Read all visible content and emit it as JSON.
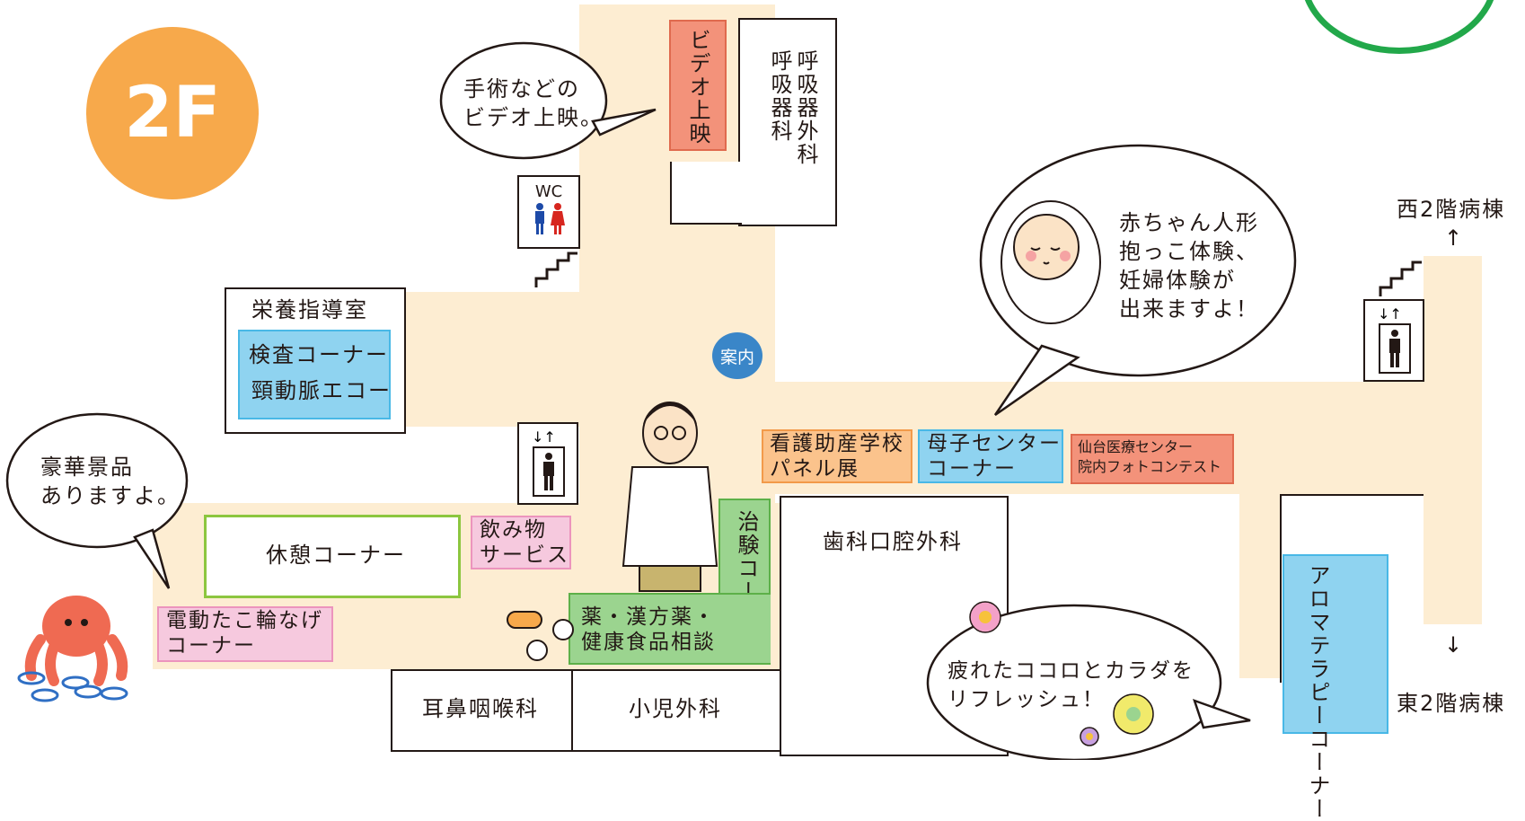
{
  "floor": {
    "label": "2F",
    "badge_color": "#f7a94b"
  },
  "rooms": {
    "respiratory": "呼吸器外科",
    "respiratory2": "呼吸器科",
    "nutrition": "栄養指導室",
    "dental": "歯科口腔外科",
    "ent": "耳鼻咽喉科",
    "pediatric_surgery": "小児外科"
  },
  "corners": {
    "video": "ビデオ上映",
    "exam_1": "検査コーナー",
    "exam_2": "頸動脈エコー",
    "nursing_1": "看護助産学校",
    "nursing_2": "パネル展",
    "maternal_1": "母子センター",
    "maternal_2": "コーナー",
    "photo_1": "仙台医療センター",
    "photo_2": "院内フォトコンテスト",
    "rest": "休憩コーナー",
    "drinks_1": "飲み物",
    "drinks_2": "サービス",
    "ring_toss_1": "電動たこ輪なげ",
    "ring_toss_2": "コーナー",
    "trial": "治験コーナー",
    "pharmacy_1": "薬・漢方薬・",
    "pharmacy_2": "健康食品相談",
    "aroma": "アロマテラピーコーナー"
  },
  "facilities": {
    "wc": "WC",
    "info": "案内"
  },
  "directions": {
    "west": "西2階病棟",
    "west_arrow": "↑",
    "east": "東2階病棟",
    "east_arrow": "↓"
  },
  "bubbles": {
    "video_1": "手術などの",
    "video_2": "ビデオ上映。",
    "baby_1": "赤ちゃん人形",
    "baby_2": "抱っこ体験、",
    "baby_3": "妊婦体験が",
    "baby_4": "出来ますよ！",
    "prize_1": "豪華景品",
    "prize_2": "ありますよ。",
    "relax_1": "疲れたココロとカラダを",
    "relax_2": "リフレッシュ！"
  },
  "colors": {
    "corridor": "#fdedd2",
    "video": "#f3927a",
    "exam": "#8fd3f0",
    "nursing": "#fbc38c",
    "maternal": "#8fd3f0",
    "photo": "#f3927a",
    "rest": "#8cc63f",
    "drinks": "#f6c9de",
    "ring_toss": "#f6c9de",
    "trial": "#9bd48f",
    "pharmacy": "#9bd48f",
    "aroma": "#8fd3f0",
    "info": "#3a86c8",
    "accent_green": "#22a84a"
  }
}
